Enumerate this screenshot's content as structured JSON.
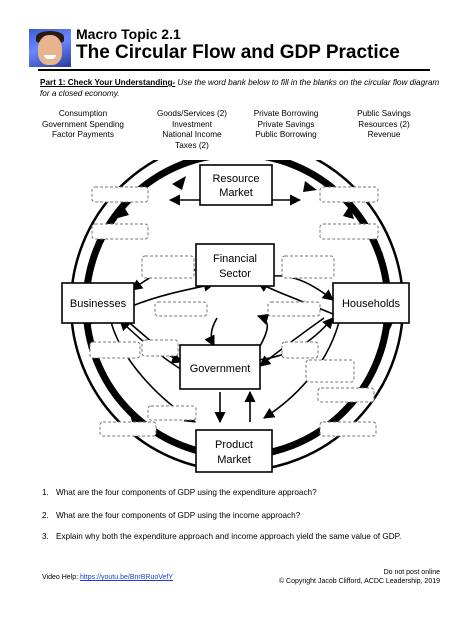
{
  "header": {
    "topic": "Macro Topic 2.1",
    "title": "The Circular Flow and GDP Practice"
  },
  "part1": {
    "lead": "Part 1: Check Your Understanding-",
    "instructions": " Use the word bank below to fill in the blanks on the circular flow diagram for a closed economy."
  },
  "word_bank": [
    [
      "Consumption",
      "Government Spending",
      "Factor Payments"
    ],
    [
      "Goods/Services (2)",
      "Investment",
      "National Income",
      "Taxes (2)"
    ],
    [
      "Private Borrowing",
      "Private Savings",
      "Public Borrowing"
    ],
    [
      "Public Savings",
      "Resources (2)",
      "Revenue"
    ]
  ],
  "diagram": {
    "resource_market": [
      "Resource",
      "Market"
    ],
    "financial_sector": [
      "Financial",
      "Sector"
    ],
    "businesses": "Businesses",
    "households": "Households",
    "government": "Government",
    "product_market": [
      "Product",
      "Market"
    ]
  },
  "questions": [
    {
      "num": "1.",
      "text": "What are the four components of GDP using the expenditure approach?"
    },
    {
      "num": "2.",
      "text": "What are the four components of GDP using the income approach?"
    },
    {
      "num": "3.",
      "text": "Explain why both the expenditure approach and income approach yield the same value of GDP."
    }
  ],
  "footer": {
    "video_label": "Video Help: ",
    "video_link": "https://youtu.be/BnrBRuoVefY",
    "notice": "Do not post online",
    "copyright": "© Copyright Jacob Clifford, ACDC Leadership, 2019"
  }
}
